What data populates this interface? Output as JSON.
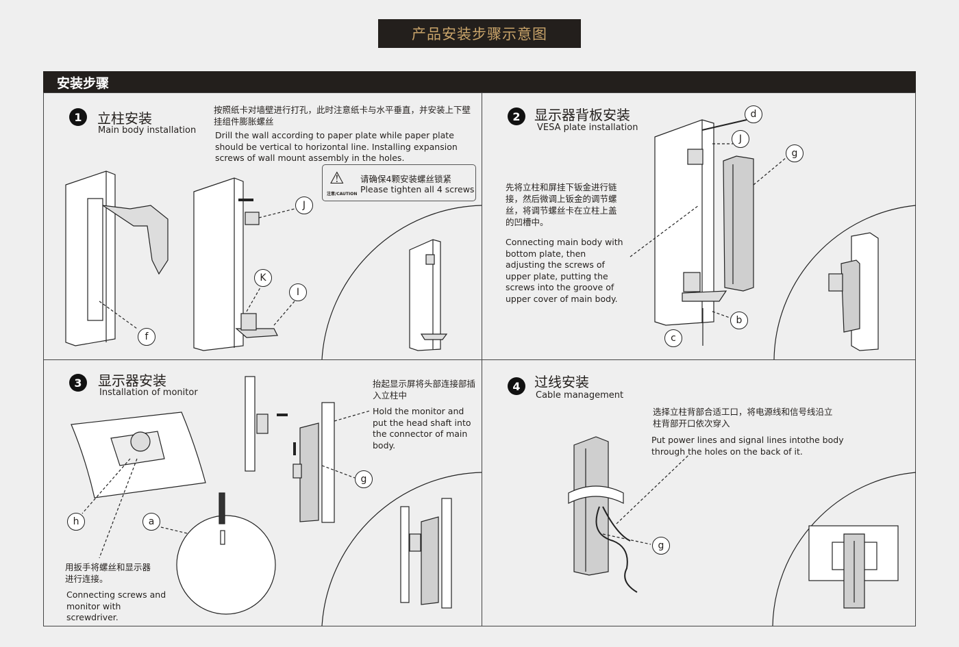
{
  "title": "产品安装步骤示意图",
  "section_header": "安装步骤",
  "steps": [
    {
      "number": "1",
      "title_cn": "立柱安装",
      "title_en": "Main body installation",
      "desc_cn": "按照纸卡对墙壁进行打孔，此时注意纸卡与水平垂直，并安装上下壁挂组件膨胀螺丝",
      "desc_en": "Drill the wall according to paper plate while paper plate should be vertical to horizontal line. Installing expansion screws of wall mount assembly in the holes.",
      "caution_cn": "请确保4颗安装螺丝锁紧",
      "caution_en": "Please tighten all 4 screws",
      "caution_tag": "注意/CAUTION",
      "labels": [
        "f",
        "J",
        "K",
        "I"
      ]
    },
    {
      "number": "2",
      "title_cn": "显示器背板安装",
      "title_en": "VESA plate installation",
      "desc_cn": "先将立柱和屏挂下钣金进行链接，然后微调上钣金的调节螺丝，将调节螺丝卡在立柱上盖的凹槽中。",
      "desc_en": "Connecting main body with bottom plate, then adjusting the screws of upper plate, putting the screws into the groove of upper cover of main body.",
      "labels": [
        "d",
        "J",
        "g",
        "b",
        "c"
      ]
    },
    {
      "number": "3",
      "title_cn": "显示器安装",
      "title_en": "Installation of monitor",
      "desc_cn": "抬起显示屏将头部连接部插入立柱中",
      "desc_en": "Hold the monitor and put the head shaft into the connector of main body.",
      "desc2_cn": "用扳手将螺丝和显示器进行连接。",
      "desc2_en": "Connecting screws and monitor with screwdriver.",
      "labels": [
        "h",
        "a",
        "g"
      ]
    },
    {
      "number": "4",
      "title_cn": "过线安装",
      "title_en": "Cable management",
      "desc_cn": "选择立柱背部合适工口，将电源线和信号线沿立柱背部开口依次穿入",
      "desc_en": "Put power lines and signal lines intothe body through the holes on the back of it.",
      "labels": [
        "g"
      ]
    }
  ]
}
